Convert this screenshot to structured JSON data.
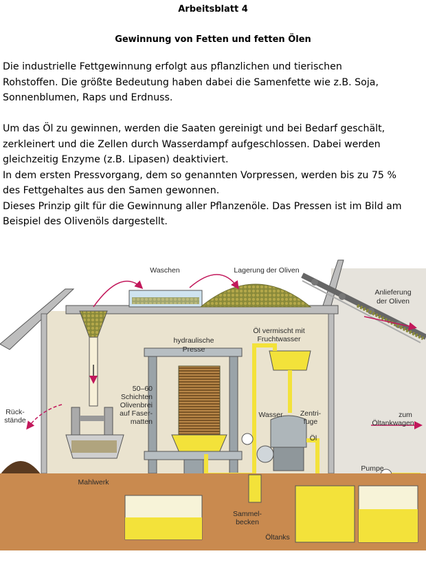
{
  "title": "Arbeitsblatt 4",
  "subtitle": "Gewinnung von Fetten und fetten Ölen",
  "intro_lines": [
    "Die industrielle Fettgewinnung erfolgt aus pflanzlichen und tierischen",
    "Rohstoffen. Die größte Bedeutung haben dabei die Samenfette wie z.B. Soja,",
    "Sonnenblumen, Raps und Erdnuss."
  ],
  "process_lines": [
    "Um das Öl zu gewinnen, werden die Saaten gereinigt und bei Bedarf geschält,",
    "zerkleinert und die Zellen durch  Wasserdampf aufgeschlossen. Dabei werden",
    "gleichzeitig Enzyme (z.B. Lipasen) deaktiviert.",
    "In dem ersten Pressvorgang, dem so genannten Vorpressen, werden bis zu 75 %",
    "des Fettgehaltes aus den Samen gewonnen.",
    "Dieses Prinzip gilt für die Gewinnung aller Pflanzenöle. Das Pressen ist im Bild am",
    "Beispiel des Olivenöls dargestellt."
  ],
  "figure": {
    "labels": {
      "waschen": "Waschen",
      "lagerung": "Lagerung der Oliven",
      "anlieferung_1": "Anlieferung",
      "anlieferung_2": "der Oliven",
      "presse_1": "hydraulische",
      "presse_2": "Presse",
      "schichten_1": "50–60",
      "schichten_2": "Schichten",
      "schichten_3": "Olivenbrei",
      "schichten_4": "auf Faser-",
      "schichten_5": "matten",
      "oel_frucht_1": "Öl vermischt mit",
      "oel_frucht_2": "Fruchtwasser",
      "wasser": "Wasser",
      "zentri_1": "Zentri-",
      "zentri_2": "fuge",
      "oel": "Öl",
      "rueck_1": "Rück-",
      "rueck_2": "stände",
      "oeltankwagen_1": "zum",
      "oeltankwagen_2": "Öltankwagen",
      "pumpe": "Pumpe",
      "mahlwerk": "Mahlwerk",
      "sammel_1": "Sammel-",
      "sammel_2": "becken",
      "oeltanks": "Öltanks"
    },
    "colors": {
      "oil": "#f3e23a",
      "soil": "#c98a4f",
      "wall": "#eae3cf",
      "roof": "#bdbdbd",
      "arrow": "#c2185b"
    }
  }
}
